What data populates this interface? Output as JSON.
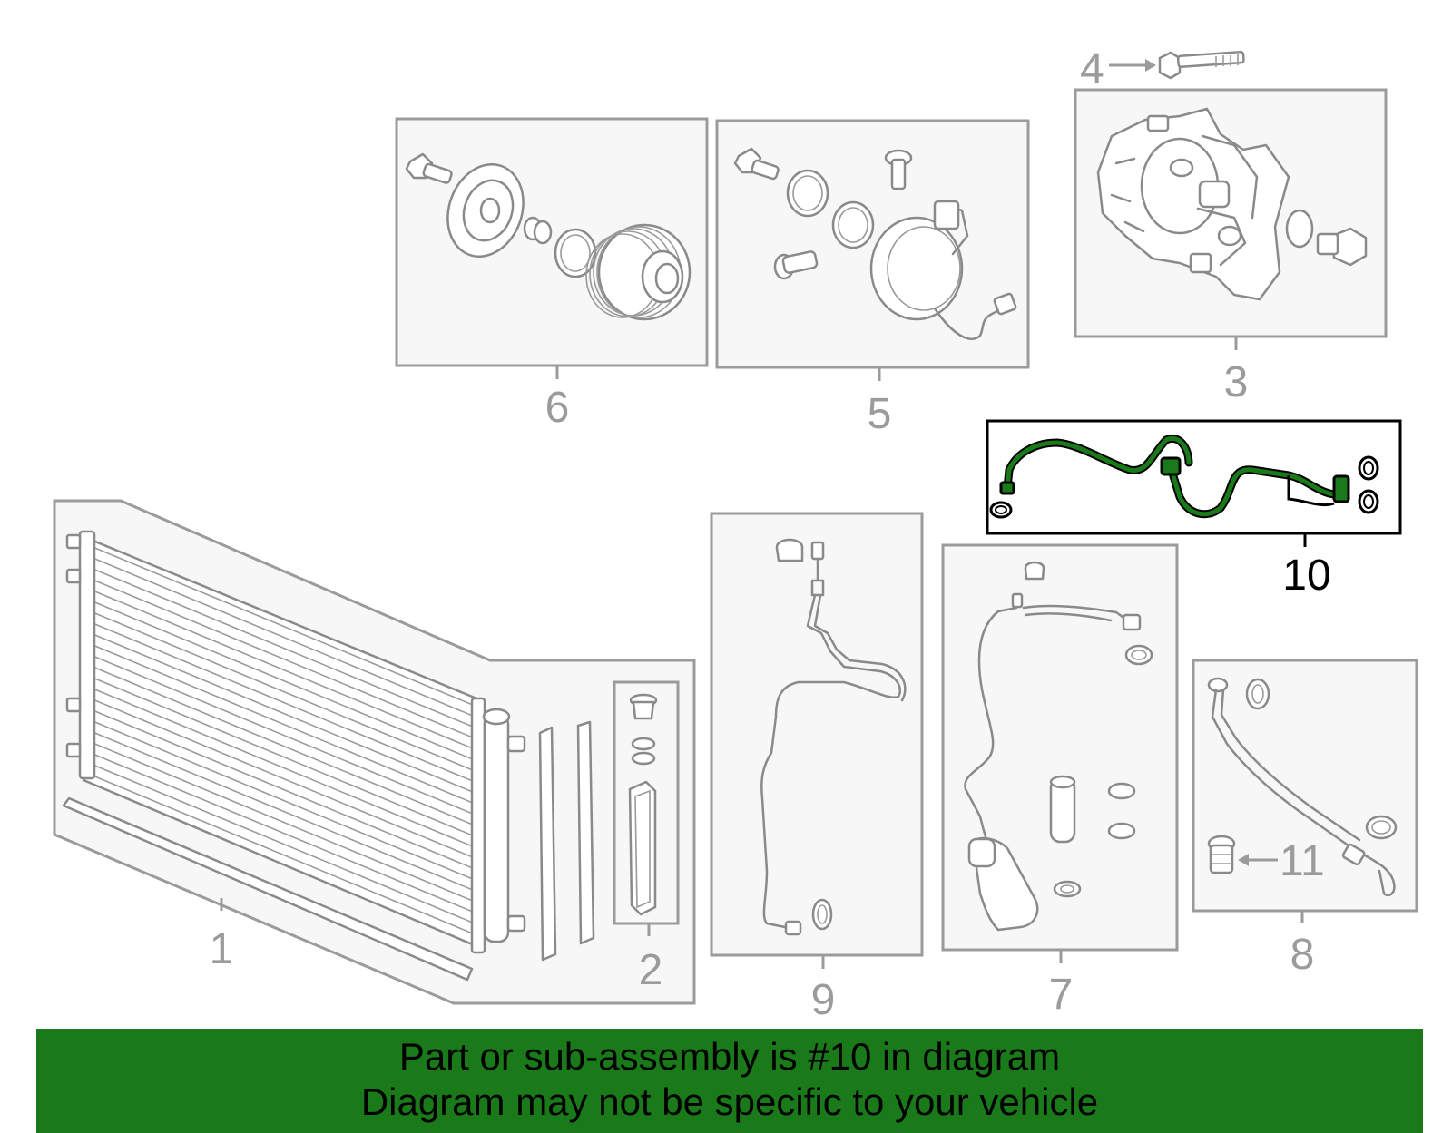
{
  "callouts": {
    "c1": "1",
    "c2": "2",
    "c3": "3",
    "c4": "4",
    "c5": "5",
    "c6": "6",
    "c7": "7",
    "c8": "8",
    "c9": "9",
    "c10": "10",
    "c11": "11"
  },
  "highlight": {
    "part": "10",
    "color": "#1a7a1a"
  },
  "banner": {
    "line1": "Part or sub-assembly is #10 in diagram",
    "line2": "Diagram may not be specific to your vehicle",
    "background": "#1a7a1a"
  }
}
